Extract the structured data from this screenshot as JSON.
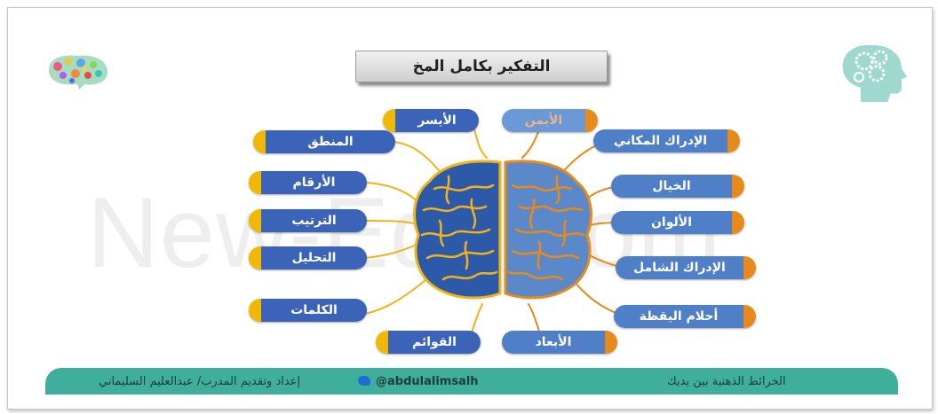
{
  "title": "التفكير بكامل المخ",
  "watermark": "New-Edu.com",
  "left": {
    "header": "الأيسر",
    "items": [
      "المنطق",
      "الأرقام",
      "الترتيب",
      "التحليل",
      "الكلمات",
      "القوائم"
    ]
  },
  "right": {
    "header": "الأيمن",
    "items": [
      "الإدراك المكاني",
      "الخيال",
      "الألوان",
      "الإدراك الشامل",
      "أحلام اليقظة",
      "الأبعاد"
    ]
  },
  "footer": {
    "left_text": "إعداد وتقديم المدرب/ عبدالعليم السليماني",
    "handle": "@abdulalimsalh",
    "right_text": "الخرائط الذهنية بين يديك"
  },
  "icons": [
    "colorful-brain-icon",
    "gears-head-icon",
    "twitter-bird-icon"
  ],
  "colors": {
    "left_pill": "#3b63b8",
    "left_accent": "#f0b800",
    "right_pill": "#4f7fc6",
    "right_accent": "#e88a1a",
    "brain_left": "#2d5aa8",
    "brain_right": "#5b88c8",
    "vein": "#f2b21b",
    "footer": "#3fae9a",
    "title_bg": "#dcdcdc"
  }
}
